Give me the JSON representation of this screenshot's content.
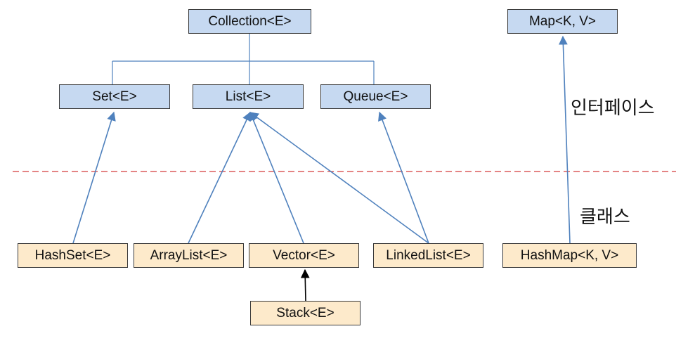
{
  "colors": {
    "interface_fill": "#c6d9f1",
    "class_fill": "#fdeacb",
    "arrow": "#4f81bd",
    "separator": "#d43a3a",
    "stack_arrow": "#000000"
  },
  "interfaces": {
    "collection": "Collection<E>",
    "set": "Set<E>",
    "list": "List<E>",
    "queue": "Queue<E>",
    "map": "Map<K, V>"
  },
  "classes": {
    "hashset": "HashSet<E>",
    "arraylist": "ArrayList<E>",
    "vector": "Vector<E>",
    "linkedlist": "LinkedList<E>",
    "hashmap": "HashMap<K, V>",
    "stack": "Stack<E>"
  },
  "labels": {
    "interface_layer": "인터페이스",
    "class_layer": "클래스"
  },
  "relations": [
    {
      "from": "set",
      "to": "collection",
      "kind": "tree"
    },
    {
      "from": "list",
      "to": "collection",
      "kind": "tree"
    },
    {
      "from": "queue",
      "to": "collection",
      "kind": "tree"
    },
    {
      "from": "hashset",
      "to": "set",
      "kind": "implements"
    },
    {
      "from": "arraylist",
      "to": "list",
      "kind": "implements"
    },
    {
      "from": "vector",
      "to": "list",
      "kind": "implements"
    },
    {
      "from": "linkedlist",
      "to": "list",
      "kind": "implements"
    },
    {
      "from": "linkedlist",
      "to": "queue",
      "kind": "implements"
    },
    {
      "from": "hashmap",
      "to": "map",
      "kind": "implements"
    },
    {
      "from": "stack",
      "to": "vector",
      "kind": "extends"
    }
  ]
}
